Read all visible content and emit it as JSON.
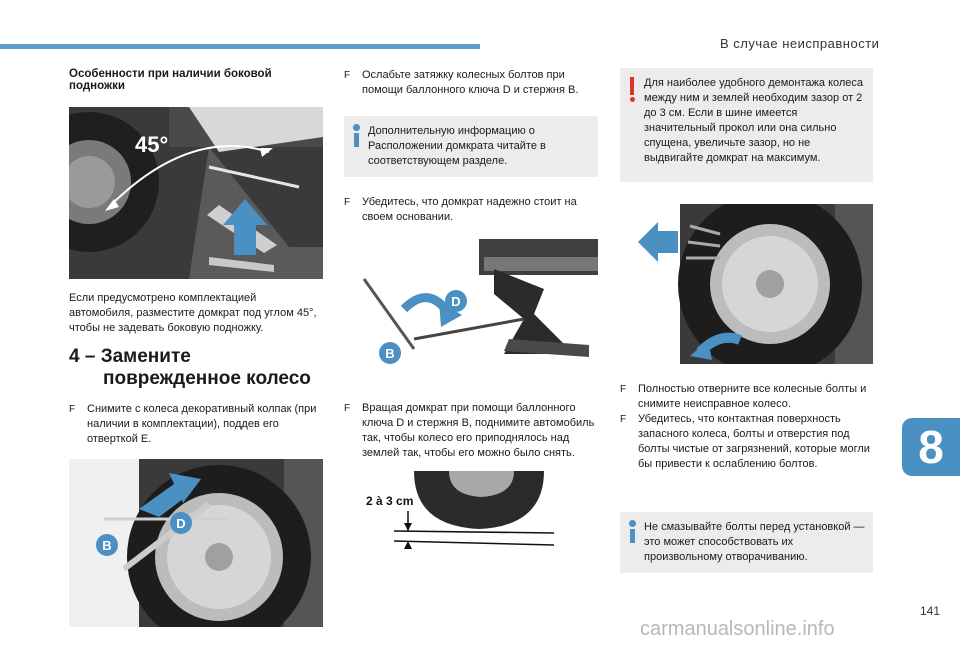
{
  "header": {
    "title": "В случае неисправности"
  },
  "chapter_number": "8",
  "page_number": "141",
  "watermark": "carmanualsonline.info",
  "col1": {
    "subheading": "Особенности при наличии боковой подножки",
    "fig1": {
      "angle_label": "45°"
    },
    "para1": "Если предусмотрено комплектацией автомобиля, разместите домкрат под углом 45°, чтобы не задевать боковую подножку.",
    "heading_line1": "4 – Замените",
    "heading_line2": "поврежденное колесо",
    "bullet1_marker": "",
    "bullet1": "Снимите с колеса декоративный колпак (при наличии в комплектации), поддев его отверткой E.",
    "fig2": {
      "label_b": "B",
      "label_d": "D"
    }
  },
  "col2": {
    "bullet1": "Ослабьте затяжку колесных болтов при помощи баллонного ключа D и стержня B.",
    "info1": "Дополнительную информацию о Расположении домкрата читайте в соответствующем разделе.",
    "bullet2": "Убедитесь, что домкрат надежно стоит на своем основании.",
    "fig3": {
      "label_b": "B",
      "label_d": "D"
    },
    "bullet3": "Вращая домкрат при помощи баллонного ключа D и стержня B, поднимите автомобиль так, чтобы колесо его приподнялось над землей так, чтобы его можно было снять.",
    "fig4": {
      "gap_label": "2 à 3 cm"
    }
  },
  "col3": {
    "warning1": "Для наиболее удобного демонтажа колеса между ним и землей необходим зазор от 2 до 3 см. Если в шине имеется значительный прокол или она сильно спущена, увеличьте зазор, но не выдвигайте домкрат на максимум.",
    "bullet1": "Полностью отверните все колесные болты и снимите неисправное колесо.",
    "bullet2": "Убедитесь, что контактная поверхность запасного колеса, болты и отверстия под болты чистые от загрязнений, которые могли бы привести к ослаблению болтов.",
    "info2": "Не смазывайте болты перед установкой — это может способствовать их произвольному отворачиванию."
  },
  "colors": {
    "accent": "#4a90c2",
    "warning": "#e0332e",
    "box_bg": "#ececec",
    "photo_bg": "#3a3a3a"
  }
}
